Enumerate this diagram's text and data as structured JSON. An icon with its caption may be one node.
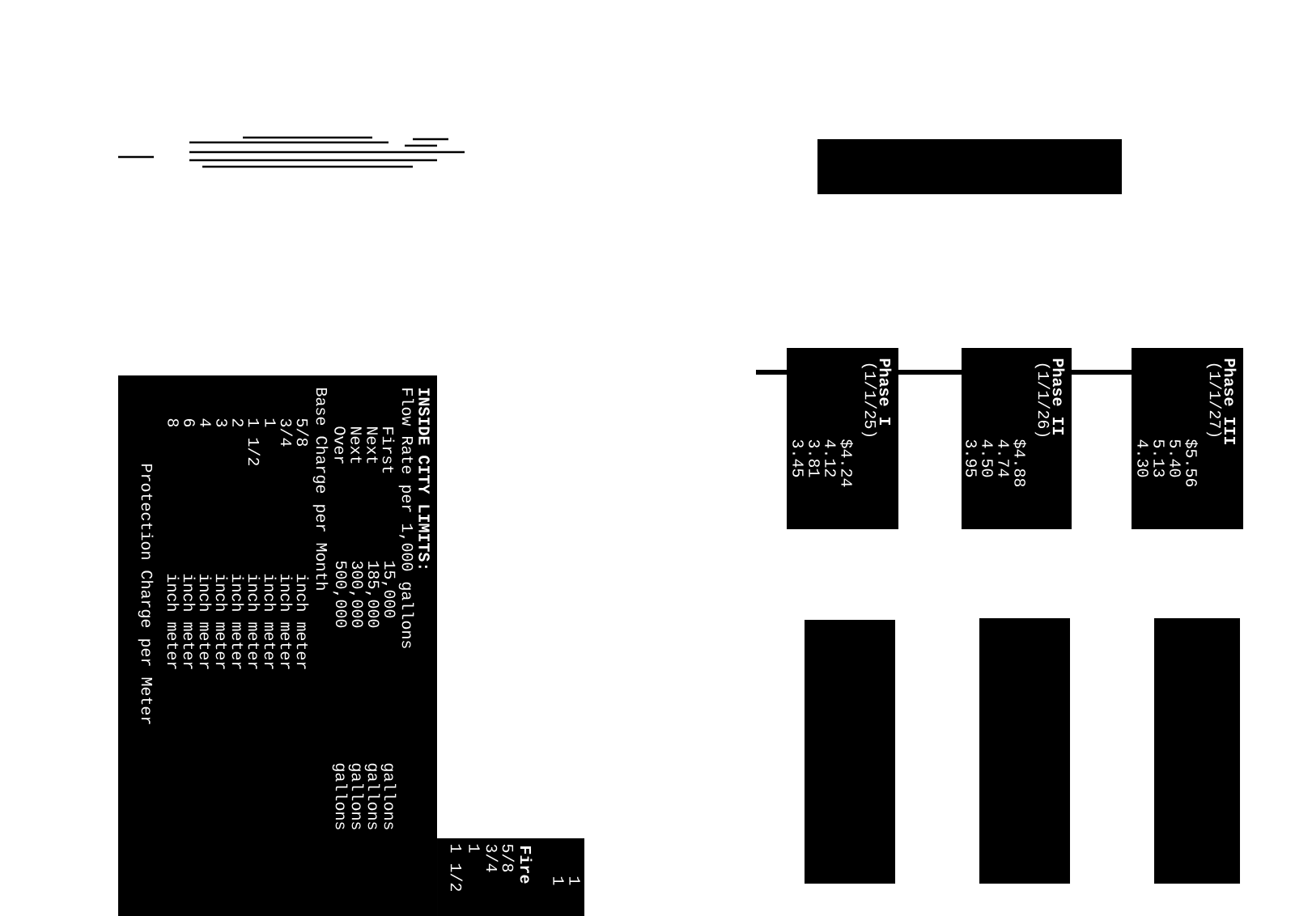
{
  "diagram": {
    "nodes": [
      {
        "text": [
          "INSIDE CITY LIMITS:",
          "Flow Rate per 1,000 gallons",
          "First",
          "15,000",
          "gallons",
          "Next",
          "185,000",
          "gallons",
          "Next",
          "300,000",
          "gallons",
          "Over",
          "500,000",
          "gallons",
          "Base Charge per Month",
          "5/8",
          "inch meter",
          "3/4",
          "inch meter",
          "1",
          "inch meter",
          "1 1/2",
          "inch meter",
          "2",
          "inch meter",
          "3",
          "inch meter",
          "4",
          "inch meter",
          "6",
          "inch meter",
          "8",
          "inch meter",
          "Protection Charge per Meter"
        ]
      },
      {
        "text": [
          "Fire",
          "5/8",
          "3/4",
          "1",
          "1 1/2",
          "1",
          "1"
        ]
      },
      {
        "text": [
          "Phase I",
          "(1/1/25)",
          "$4.24",
          "4.12",
          "3.81",
          "3.45"
        ]
      },
      {
        "text": [
          "Phase II",
          "(1/1/26)",
          "$4.88",
          "4.74",
          "4.50",
          "3.95"
        ]
      },
      {
        "text": [
          "Phase III",
          "(1/1/27)",
          "$5.56",
          "5.40",
          "5.13",
          "4.30"
        ]
      },
      {
        "text": [],
        "shape": "box"
      },
      {
        "text": [],
        "shape": "box"
      },
      {
        "text": [],
        "shape": "box"
      }
    ]
  }
}
